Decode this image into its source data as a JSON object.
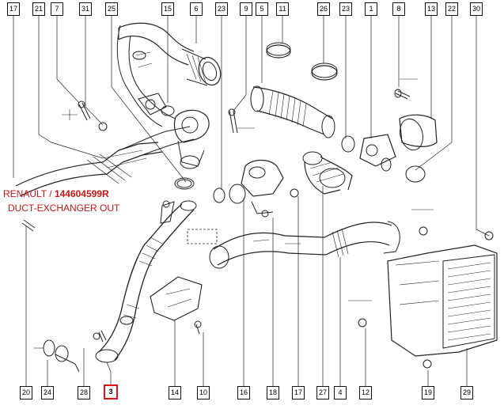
{
  "caption": {
    "brand": "RENAULT",
    "separator": "/",
    "part_number": "144604599R",
    "description": "DUCT-EXCHANGER OUT",
    "color": "#c81414"
  },
  "highlight_color": "#e01414",
  "callouts_top": [
    "17",
    "21",
    "7",
    "31",
    "25",
    "15",
    "6",
    "23",
    "9",
    "5",
    "11",
    "26",
    "23",
    "1",
    "8",
    "13",
    "22",
    "30"
  ],
  "callouts_bottom": [
    "20",
    "24",
    "28",
    "3",
    "14",
    "10",
    "16",
    "18",
    "17",
    "27",
    "4",
    "12",
    "19",
    "29"
  ],
  "highlighted_callout": "3"
}
